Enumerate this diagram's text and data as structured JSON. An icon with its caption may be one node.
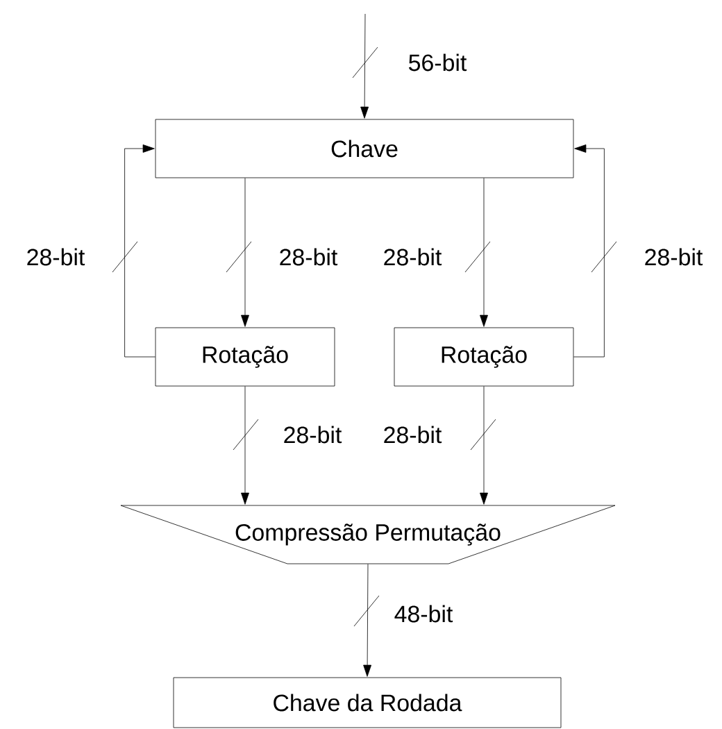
{
  "diagram": {
    "nodes": [
      {
        "text": [
          "Chave"
        ]
      },
      {
        "text": [
          "Rotação"
        ]
      },
      {
        "text": [
          "Rotação"
        ]
      },
      {
        "text": [
          "Compressão Permutação"
        ]
      },
      {
        "text": [
          "Chave da Rodada"
        ]
      }
    ],
    "edges": [
      {
        "from": null,
        "to": 0,
        "arrow": "to",
        "label": "56-bit"
      },
      {
        "from": 0,
        "to": 1,
        "arrow": "to",
        "label": "28-bit"
      },
      {
        "from": 0,
        "to": 2,
        "arrow": "to",
        "label": "28-bit"
      },
      {
        "from": 1,
        "to": 0,
        "arrow": "to",
        "label": "28-bit"
      },
      {
        "from": 2,
        "to": 0,
        "arrow": "to",
        "label": "28-bit"
      },
      {
        "from": 1,
        "to": 3,
        "arrow": "to",
        "label": "28-bit"
      },
      {
        "from": 2,
        "to": 3,
        "arrow": "to",
        "label": "28-bit"
      },
      {
        "from": 3,
        "to": 4,
        "arrow": "to",
        "label": "48-bit"
      }
    ]
  }
}
